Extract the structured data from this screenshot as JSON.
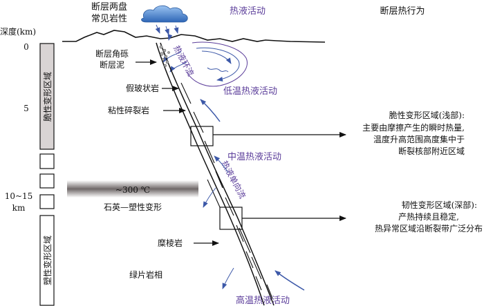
{
  "labels": {
    "lithology_header": [
      "断层两盘",
      "常见岩性"
    ],
    "hydrothermal_header": "热液活动",
    "behavior_header": "断层热行为",
    "depth_axis_title": "深度(km)",
    "depth_ticks": [
      "0",
      "5",
      "10~15",
      "km"
    ],
    "fault_breccia": "断层角砾",
    "fault_gouge": "断层泥",
    "pseudotachylyte": "假玻状岩",
    "viscous_cataclasite": "粘性碎裂岩",
    "mylonite": "糜棱岩",
    "temperature": "~300 ℃",
    "quartz_plastic": "石英—塑性变形",
    "greenschist": "绿片岩相",
    "brittle_zone_column": "脆性变形区域",
    "ductile_zone_column": "塑性变形区域",
    "circulation_flow": "热液环流",
    "unidirectional_flow": "热液单向流",
    "low_temp": "低温热液活动",
    "mid_temp": "中温热液活动",
    "high_temp": "高温热液活动",
    "brittle_title": "脆性变形区域(浅部):",
    "brittle_desc": [
      "主要由摩擦产生的瞬时热量,",
      "温度升高范围高度集中于",
      "断裂核部附近区域"
    ],
    "ductile_title": "韧性变形区域(深部):",
    "ductile_desc": [
      "产热持续且稳定,",
      "热异常区域沿断裂带广泛分布"
    ]
  },
  "colors": {
    "line": "#111111",
    "flow_purple": "#5b3d9a",
    "arrow_blue": "#3c58a8",
    "cloud": "#3f78c8",
    "column_fill": "#d9d4d4",
    "temp_band": "#6f6868"
  }
}
